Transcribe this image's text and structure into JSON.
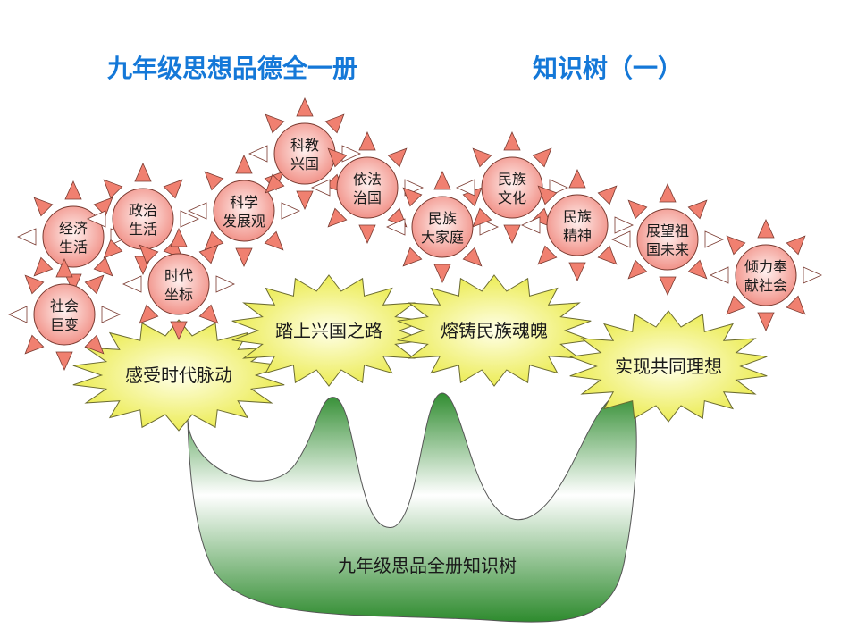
{
  "title_left": "九年级思想品德全一册",
  "title_right": "知识树（一）",
  "trunk_label": "九年级思品全册知识树",
  "colors": {
    "title": "#1478d8",
    "sun_fill_center": "#fff0ee",
    "sun_fill_edge": "#f08a80",
    "burst_fill_center": "#ffffe8",
    "burst_fill_edge": "#e8e838",
    "trunk_top": "#2e8b2e",
    "trunk_bottom": "#ffffff"
  },
  "pillars": [
    "感受时代脉动",
    "踏上兴国之路",
    "熔铸民族魂魄",
    "实现共同理想"
  ],
  "topics": [
    [
      "经济",
      "生活"
    ],
    [
      "政治",
      "生活"
    ],
    [
      "时代",
      "坐标"
    ],
    [
      "社会",
      "巨变"
    ],
    [
      "科学",
      "发展观"
    ],
    [
      "科教",
      "兴国"
    ],
    [
      "依法",
      "治国"
    ],
    [
      "民族",
      "大家庭"
    ],
    [
      "民族",
      "文化"
    ],
    [
      "民族",
      "精神"
    ],
    [
      "展望祖",
      "国未来"
    ],
    [
      "倾力奉",
      "献社会"
    ]
  ]
}
